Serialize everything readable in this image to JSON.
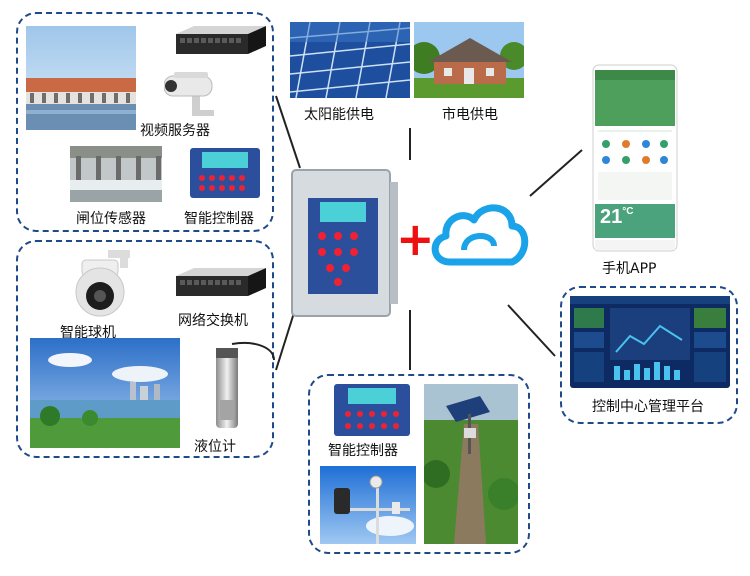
{
  "labels": {
    "video_server": "视频服务器",
    "gate_sensor": "闸位传感器",
    "smart_controller_left": "智能控制器",
    "smart_dome_camera": "智能球机",
    "network_switch": "网络交换机",
    "level_gauge": "液位计",
    "solar_power": "太阳能供电",
    "grid_power": "市电供电",
    "mobile_app": "手机APP",
    "control_platform": "控制中心管理平台",
    "smart_controller_bottom": "智能控制器"
  },
  "phone": {
    "temperature": "21",
    "unit": "°C"
  },
  "colors": {
    "box_border": "#1f4a8a",
    "line": "#222222",
    "plus": "#e11111",
    "cloud": "#1aa3e8"
  },
  "icons": [
    "network-switch-icon",
    "cctv-camera-icon",
    "dome-camera-icon",
    "level-sensor-icon",
    "control-box-icon",
    "cloud-icon",
    "plus-icon",
    "smartphone-icon",
    "dashboard-monitor-icon",
    "solar-panel-icon",
    "house-icon",
    "weather-station-icon"
  ]
}
